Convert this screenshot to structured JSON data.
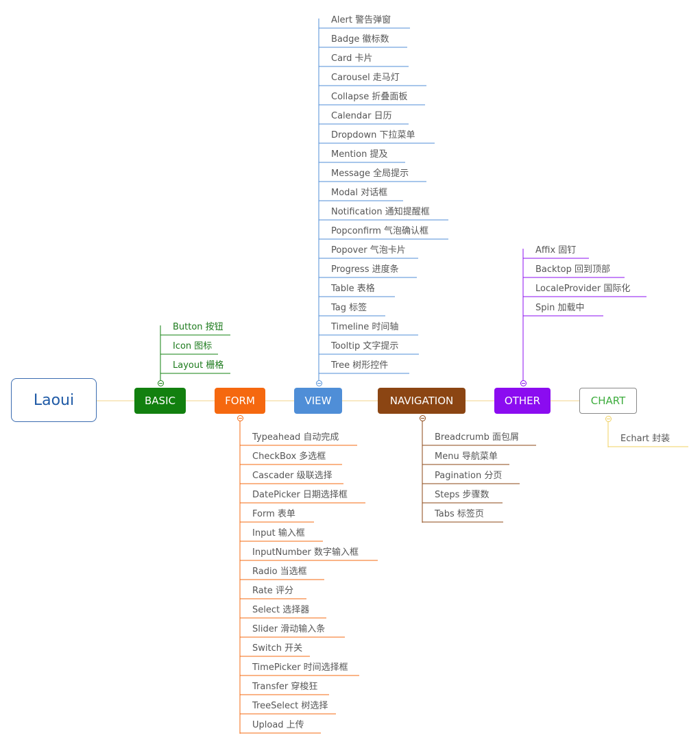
{
  "root": {
    "label": "Laoui"
  },
  "colors": {
    "connector": "#f3d38a",
    "root_border": "#3a6bb0"
  },
  "branches": [
    {
      "id": "basic",
      "label": "BASIC",
      "color": "#12800f",
      "text": "#ffffff",
      "direction": "up",
      "toggle": "collapse",
      "items": [
        "Button 按钮",
        "Icon 图标",
        "Layout 栅格"
      ]
    },
    {
      "id": "form",
      "label": "FORM",
      "color": "#f5680f",
      "text": "#ffffff",
      "direction": "down",
      "toggle": "collapse",
      "items": [
        "Typeahead 自动完成",
        "CheckBox 多选框",
        "Cascader 级联选择",
        "DatePicker 日期选择框",
        "Form 表单",
        "Input 输入框",
        "InputNumber 数字输入框",
        "Radio 当选框",
        "Rate 评分",
        "Select 选择器",
        "Slider 滑动输入条",
        "Switch 开关",
        "TimePicker 时间选择框",
        "Transfer 穿梭狂",
        "TreeSelect 树选择",
        "Upload 上传"
      ]
    },
    {
      "id": "view",
      "label": "VIEW",
      "color": "#4f8ed7",
      "text": "#ffffff",
      "direction": "up",
      "toggle": "collapse",
      "items": [
        "Alert 警告弹窗",
        "Badge 徽标数",
        "Card 卡片",
        "Carousel 走马灯",
        "Collapse 折叠面板",
        "Calendar 日历",
        "Dropdown 下拉菜单",
        "Mention 提及",
        "Message 全局提示",
        "Modal 对话框",
        "Notification 通知提醒框",
        "Popconfirm 气泡确认框",
        "Popover 气泡卡片",
        "Progress 进度条",
        "Table 表格",
        "Tag 标签",
        "Timeline 时间轴",
        "Tooltip 文字提示",
        "Tree 树形控件"
      ]
    },
    {
      "id": "navigation",
      "label": "NAVIGATION",
      "color": "#8b4513",
      "text": "#ffffff",
      "direction": "down",
      "toggle": "collapse",
      "items": [
        "Breadcrumb 面包屑",
        "Menu 导航菜单",
        "Pagination 分页",
        "Steps 步骤数",
        "Tabs 标签页"
      ]
    },
    {
      "id": "other",
      "label": "OTHER",
      "color": "#8b0cf0",
      "text": "#ffffff",
      "direction": "up",
      "toggle": "collapse",
      "items": [
        "Affix 固钉",
        "Backtop 回到顶部",
        "LocaleProvider 国际化",
        "Spin 加载中"
      ]
    },
    {
      "id": "chart",
      "label": "CHART",
      "color": "#ffffff",
      "text": "#3dac3d",
      "border": "#888888",
      "line": "#f0d060",
      "direction": "down",
      "toggle": "collapse",
      "items": [
        "Echart 封装"
      ]
    }
  ]
}
